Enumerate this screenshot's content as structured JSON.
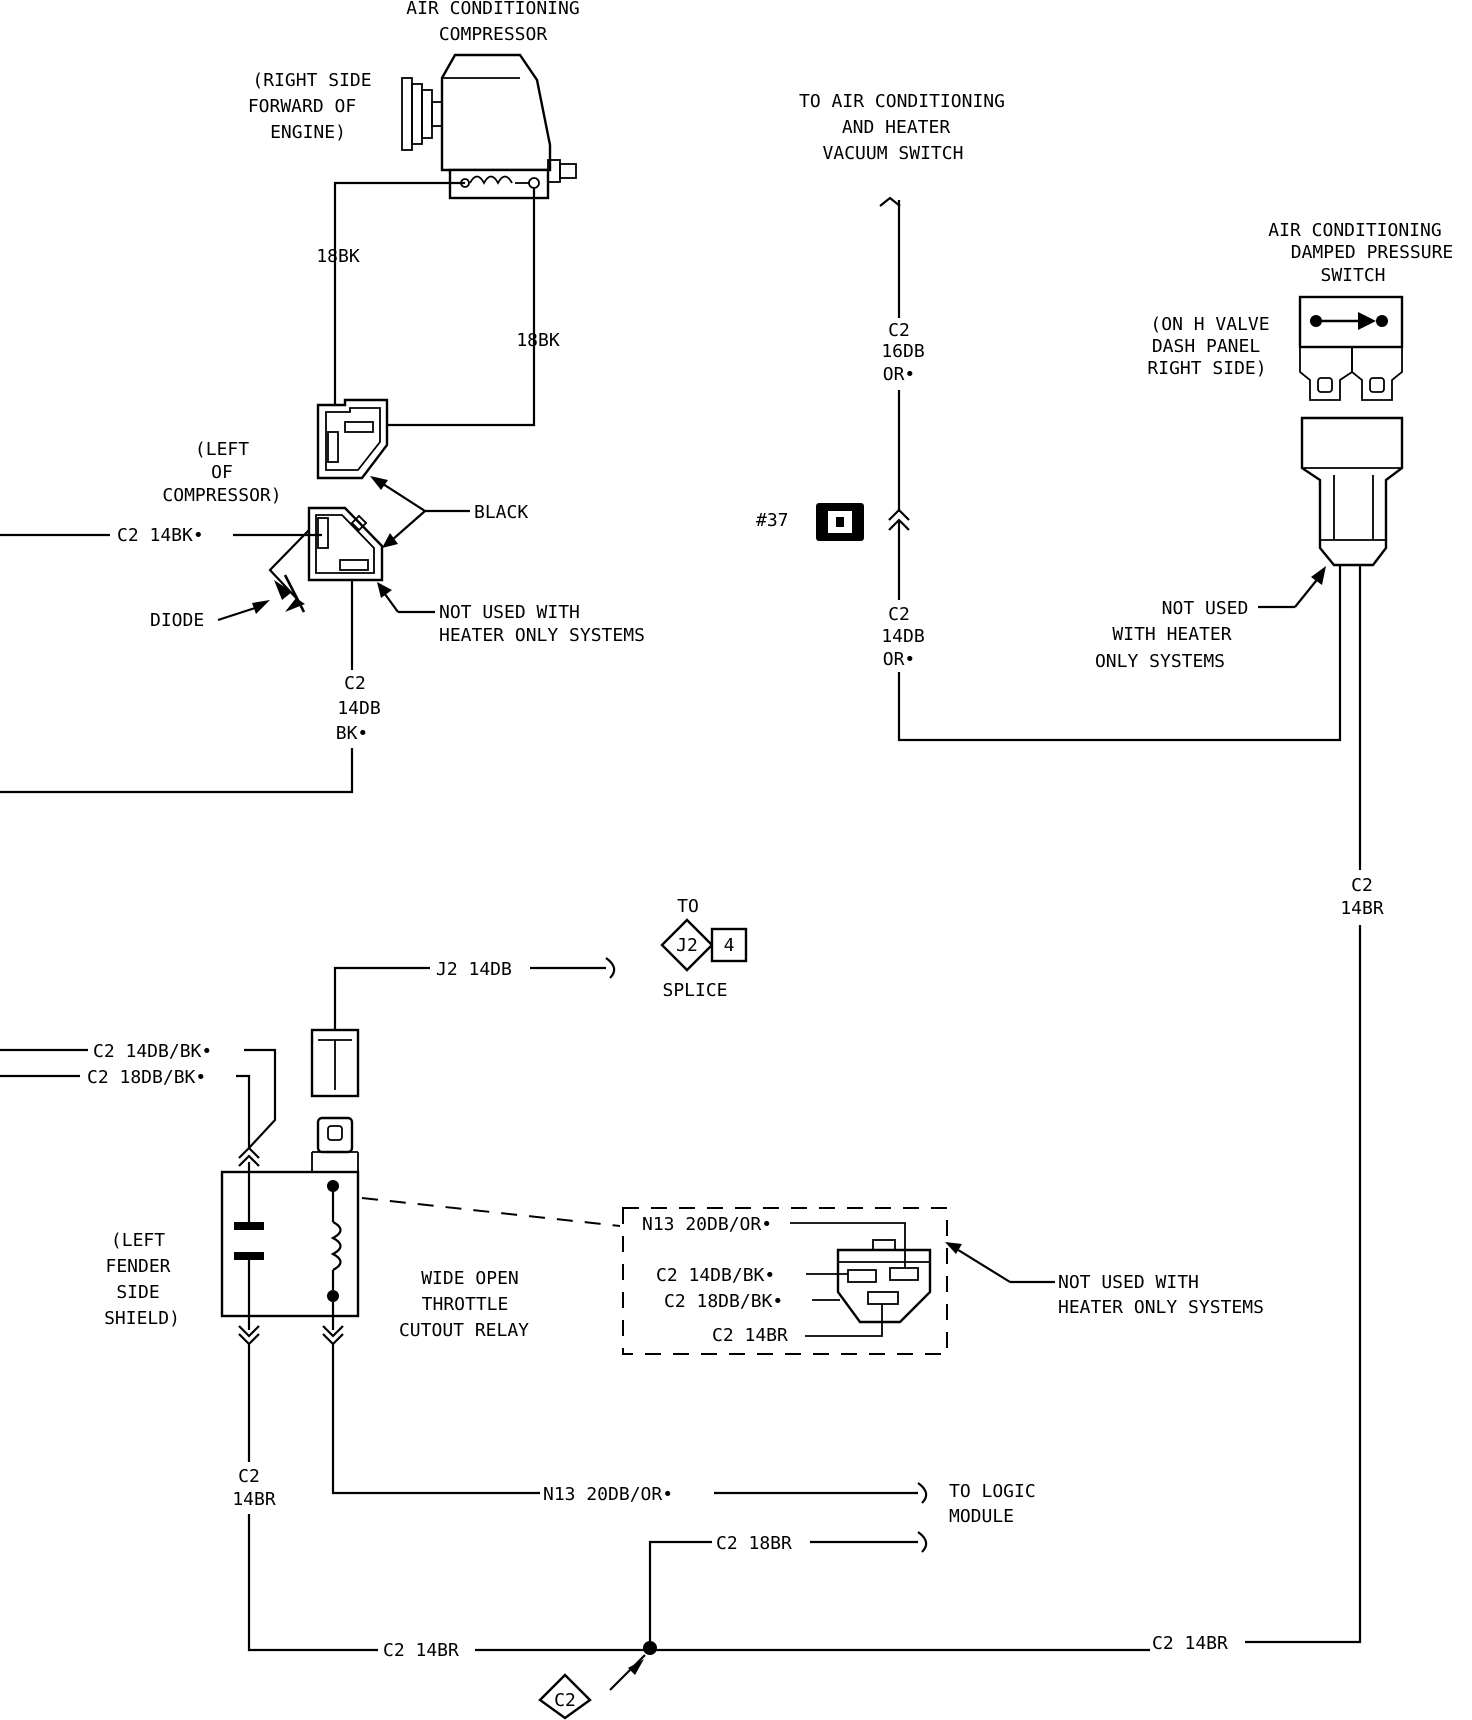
{
  "compressor": {
    "title_l1": "AIR CONDITIONING",
    "title_l2": "COMPRESSOR",
    "loc_l1": "(RIGHT SIDE",
    "loc_l2": "FORWARD OF",
    "loc_l3": "ENGINE)",
    "wire_left": "18BK",
    "wire_right": "18BK"
  },
  "compressor_connector": {
    "loc_l1": "(LEFT",
    "loc_l2": "OF",
    "loc_l3": "COMPRESSOR)",
    "black": "BLACK",
    "c2_14bk": "C2 14BK•",
    "diode": "DIODE",
    "not_used_l1": "NOT USED WITH",
    "not_used_l2": "HEATER ONLY SYSTEMS",
    "c2_a": "C2",
    "c2_b": "14DB",
    "c2_c": "BK•"
  },
  "vacuum": {
    "to_l1": "TO AIR CONDITIONING",
    "to_l2": "AND HEATER",
    "to_l3": "VACUUM SWITCH",
    "up_a": "C2",
    "up_b": "16DB",
    "up_c": "OR•",
    "ref": "#37",
    "dn_a": "C2",
    "dn_b": "14DB",
    "dn_c": "OR•"
  },
  "pressure_switch": {
    "title_l1": "AIR CONDITIONING",
    "title_l2": "DAMPED PRESSURE",
    "title_l3": "SWITCH",
    "loc_l1": "(ON H VALVE",
    "loc_l2": "DASH PANEL",
    "loc_l3": "RIGHT SIDE)",
    "not_used_l1": "NOT USED",
    "not_used_l2": "WITH HEATER",
    "not_used_l3": "ONLY SYSTEMS",
    "wire_a": "C2",
    "wire_b": "14BR"
  },
  "splice": {
    "to": "TO",
    "j2": "J2",
    "num": "4",
    "label": "SPLICE",
    "wire": "J2 14DB"
  },
  "relay": {
    "left_wire1": "C2 14DB/BK•",
    "left_wire2": "C2 18DB/BK•",
    "loc_l1": "(LEFT",
    "loc_l2": "FENDER",
    "loc_l3": "SIDE",
    "loc_l4": "SHIELD)",
    "name_l1": "WIDE OPEN",
    "name_l2": "THROTTLE",
    "name_l3": "CUTOUT RELAY",
    "down_a": "C2",
    "down_b": "14BR"
  },
  "relay_connector": {
    "n13": "N13 20DB/OR•",
    "c2_14dbbk": "C2 14DB/BK•",
    "c2_18dbbk": "C2 18DB/BK•",
    "c2_14br": "C2 14BR",
    "not_used_l1": "NOT USED WITH",
    "not_used_l2": "HEATER ONLY SYSTEMS"
  },
  "bottom": {
    "n13": "N13 20DB/OR•",
    "logic_l1": "TO LOGIC",
    "logic_l2": "MODULE",
    "c2_18br": "C2 18BR",
    "c2_14br_left": "C2 14BR",
    "c2_14br_right": "C2 14BR",
    "ground": "C2"
  }
}
